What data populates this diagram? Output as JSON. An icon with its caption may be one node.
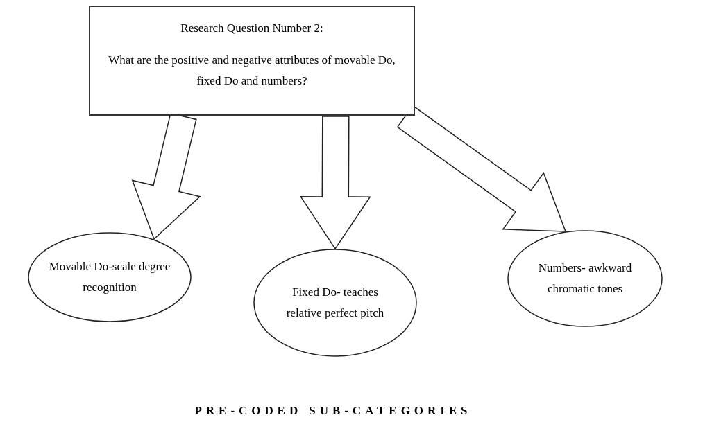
{
  "diagram": {
    "caption": "PRE-CODED SUB-CATEGORIES",
    "nodes": [
      {
        "text": [
          "Research Question Number 2:",
          "What are the positive and negative attributes of movable Do, fixed Do and numbers?"
        ]
      },
      {
        "text": [
          "Movable Do-scale degree recognition"
        ]
      },
      {
        "text": [
          "Fixed Do- teaches relative perfect pitch"
        ]
      },
      {
        "text": [
          "Numbers- awkward chromatic tones"
        ]
      }
    ],
    "edges": [
      {
        "from": 0,
        "to": 1,
        "arrow": "to"
      },
      {
        "from": 0,
        "to": 2,
        "arrow": "to"
      },
      {
        "from": 0,
        "to": 3,
        "arrow": "to"
      }
    ]
  }
}
